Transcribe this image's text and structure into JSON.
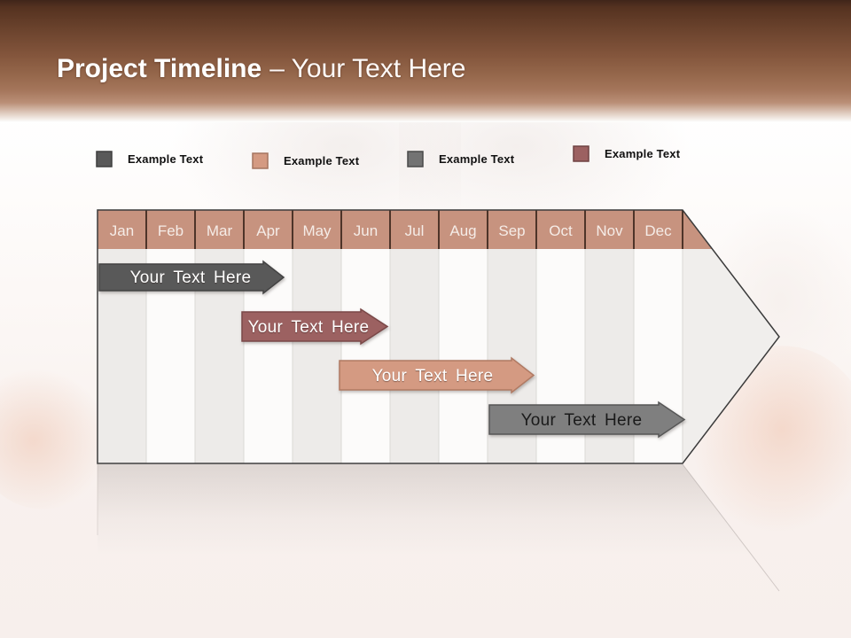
{
  "slide": {
    "title_bold": "Project Timeline",
    "title_rest": "– Your Text Here"
  },
  "theme": {
    "band_gradient_top": "#40251a",
    "band_gradient_mid": "#96684c",
    "title_color": "#ffffff",
    "grid_column_odd": "#edebe9",
    "grid_column_even": "#fcfbfa",
    "outline_color": "#3b3b3b"
  },
  "legend": {
    "items": [
      {
        "label": "Example Text",
        "color": "#595959",
        "border": "#3f3f3f"
      },
      {
        "label": "Example Text",
        "color": "#d49a82",
        "border": "#a5745f"
      },
      {
        "label": "Example Text",
        "color": "#737373",
        "border": "#4a4a4a"
      },
      {
        "label": "Example Text",
        "color": "#9c6161",
        "border": "#6f4242"
      }
    ]
  },
  "chart_data": {
    "type": "bar",
    "subtype": "gantt-timeline-arrow",
    "title": "Project Timeline – Your Text Here",
    "categories": [
      "Jan",
      "Feb",
      "Mar",
      "Apr",
      "May",
      "Jun",
      "Jul",
      "Aug",
      "Sep",
      "Oct",
      "Nov",
      "Dec"
    ],
    "header_fill": "#c7937f",
    "header_separator_color": "#4e3429",
    "grid": "vertical-alternating-columns",
    "legend_position": "top",
    "series": [
      {
        "name": "Your Text Here",
        "start_month": "Jan",
        "end_month": "Apr",
        "start_index": 0.0,
        "end_index": 3.8,
        "color": "#595959",
        "border_color": "#434343",
        "text_color": "#ffffff"
      },
      {
        "name": "Your Text Here",
        "start_month": "Apr",
        "end_month": "Jun",
        "start_index": 3.0,
        "end_index": 5.95,
        "color": "#9c6161",
        "border_color": "#7a4848",
        "text_color": "#ffffff"
      },
      {
        "name": "Your Text Here",
        "start_month": "Jun",
        "end_month": "Sep",
        "start_index": 5.0,
        "end_index": 8.95,
        "color": "#d49a82",
        "border_color": "#b07a63",
        "text_color": "#ffffff"
      },
      {
        "name": "Your Text Here",
        "start_month": "Sep",
        "end_month": "Dec",
        "start_index": 8.05,
        "end_index": 12.0,
        "color": "#7f7f7f",
        "border_color": "#565656",
        "text_color": "#1a1a1a"
      }
    ]
  }
}
